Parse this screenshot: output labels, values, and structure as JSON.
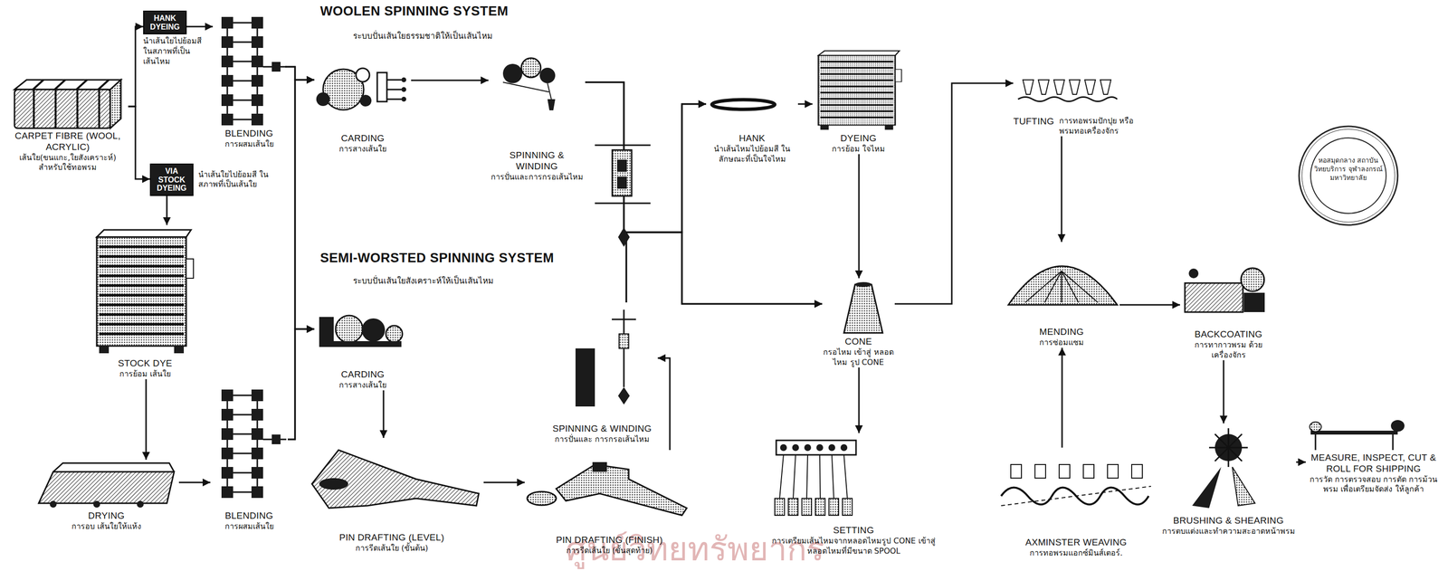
{
  "diagram": {
    "nodes": [
      {
        "text": [
          "CARPET FIBRE (WOOL, ACRYLIC)",
          "เส้นใย(ขนแกะ,ใยสังเคราะห์) สำหรับใช้ทอพรม"
        ]
      },
      {
        "text": [
          "HANK DYEING",
          "นำเส้นใยไปย้อมสี ในสภาพที่เป็น เส้นไหม"
        ]
      },
      {
        "text": [
          "VIA STOCK DYEING",
          "นำเส้นใยไปย้อมสี ในสภาพที่เป็นเส้นใย"
        ]
      },
      {
        "text": [
          "BLENDING",
          "การผสมเส้นใย"
        ]
      },
      {
        "text": [
          "STOCK DYE",
          "การย้อม เส้นใย"
        ]
      },
      {
        "text": [
          "DRYING",
          "การอบ เส้นใยให้แห้ง"
        ]
      },
      {
        "text": [
          "BLENDING",
          "การผสมเส้นใย"
        ]
      },
      {
        "text": [
          "CARDING",
          "การสางเส้นใย"
        ]
      },
      {
        "text": [
          "SPINNING & WINDING",
          "การปั่นและการกรอเส้นไหม"
        ]
      },
      {
        "text": [
          "CARDING",
          "การสางเส้นใย"
        ]
      },
      {
        "text": [
          "PIN DRAFTING (LEVEL)",
          "การรีดเส้นใย (ขั้นต้น)"
        ]
      },
      {
        "text": [
          "PIN DRAFTING (FINISH)",
          "การรีดเส้นใย (ขั้นสุดท้าย)"
        ]
      },
      {
        "text": [
          "SPINNING & WINDING",
          "การปั่นและ การกรอเส้นไหม"
        ]
      },
      {
        "text": [
          "HANK",
          "นำเส้นไหมไปย้อมสี ในลักษณะที่เป็นใจไหม"
        ]
      },
      {
        "text": [
          "DYEING",
          "การย้อม ใจไหม"
        ]
      },
      {
        "text": [
          "CONE",
          "กรอไหม เข้าสู่ หลอดไหม รูป CONE"
        ]
      },
      {
        "text": [
          "SETTING",
          "การเตรียมเส้นไหมจากหลอดไหมรูป CONE เข้าสู่หลอดไหมที่มีขนาด SPOOL"
        ]
      },
      {
        "text": [
          "TUFTING",
          "การทอพรมปักปุย หรือ พรมทอเครื่องจักร"
        ]
      },
      {
        "text": [
          "MENDING",
          "การซ่อมแซม"
        ]
      },
      {
        "text": [
          "AXMINSTER WEAVING",
          "การทอพรมแอกซ์มินส์เตอร์."
        ]
      },
      {
        "text": [
          "BACKCOATING",
          "การทากาวพรม ด้วยเครื่องจักร"
        ]
      },
      {
        "text": [
          "BRUSHING & SHEARING",
          "การตบแต่งและทำความสะอาดหน้าพรม"
        ]
      },
      {
        "text": [
          "MEASURE, INSPECT, CUT & ROLL FOR SHIPPING",
          "การวัด การตรวจสอบ การตัด การม้วนพรม เพื่อเตรียมจัดส่ง ให้ลูกค้า"
        ]
      }
    ],
    "edges": [
      {
        "from": 0,
        "to": 1,
        "arrow": "to"
      },
      {
        "from": 0,
        "to": 2,
        "arrow": "to"
      },
      {
        "from": 1,
        "to": 3,
        "arrow": "to"
      },
      {
        "from": 2,
        "to": 4,
        "arrow": "to"
      },
      {
        "from": 3,
        "to": 7,
        "arrow": "to"
      },
      {
        "from": 3,
        "to": 9,
        "arrow": "to"
      },
      {
        "from": 4,
        "to": 5,
        "arrow": "to"
      },
      {
        "from": 5,
        "to": 6,
        "arrow": "to"
      },
      {
        "from": 6,
        "to": 7,
        "arrow": "to"
      },
      {
        "from": 6,
        "to": 9,
        "arrow": "to"
      },
      {
        "from": 7,
        "to": 8,
        "arrow": "to"
      },
      {
        "from": 8,
        "to": 13,
        "arrow": "to"
      },
      {
        "from": 8,
        "to": 15,
        "arrow": "to"
      },
      {
        "from": 9,
        "to": 10,
        "arrow": "to"
      },
      {
        "from": 10,
        "to": 11,
        "arrow": "to"
      },
      {
        "from": 11,
        "to": 12,
        "arrow": "to"
      },
      {
        "from": 12,
        "to": 13,
        "arrow": "to"
      },
      {
        "from": 12,
        "to": 15,
        "arrow": "to"
      },
      {
        "from": 13,
        "to": 14,
        "arrow": "to"
      },
      {
        "from": 14,
        "to": 15,
        "arrow": "to"
      },
      {
        "from": 15,
        "to": 16,
        "arrow": "to"
      },
      {
        "from": 15,
        "to": 17,
        "arrow": "to"
      },
      {
        "from": 17,
        "to": 18,
        "arrow": "to"
      },
      {
        "from": 19,
        "to": 18,
        "arrow": "to"
      },
      {
        "from": 18,
        "to": 20,
        "arrow": "to"
      },
      {
        "from": 20,
        "to": 21,
        "arrow": "to"
      },
      {
        "from": 21,
        "to": 22,
        "arrow": "to"
      }
    ],
    "labels": [
      "WOOLEN SPINNING SYSTEM",
      "ระบบปั่นเส้นใยธรรมชาติให้เป็นเส้นไหม",
      "SEMI-WORSTED SPINNING SYSTEM",
      "ระบบปั่นเส้นใยสังเคราะห์ให้เป็นเส้นไหม",
      "ศูนย์วิทยทรัพยากร",
      "หอสมุดกลาง สถาบันวิทยบริการ จุฬาลงกรณ์มหาวิทยาลัย"
    ]
  }
}
